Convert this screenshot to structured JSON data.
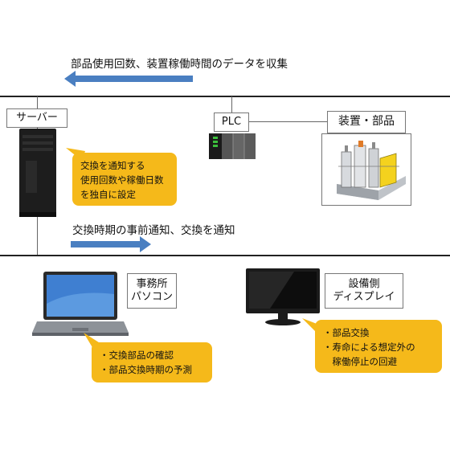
{
  "top_caption": "部品使用回数、装置稼働時間のデータを収集",
  "middle_caption": "交換時期の事前通知、交換を通知",
  "server": {
    "label": "サーバー",
    "callout_lines": [
      "交換を通知する",
      "使用回数や稼働日数",
      "を独自に設定"
    ]
  },
  "plc": {
    "label": "PLC"
  },
  "equipment": {
    "label": "装置・部品"
  },
  "office_pc": {
    "label_lines": [
      "事務所",
      "パソコン"
    ],
    "callout_lines": [
      "・交換部品の確認",
      "・部品交換時期の予測"
    ]
  },
  "equipment_display": {
    "label_lines": [
      "設備側",
      "ディスプレイ"
    ],
    "callout_lines": [
      "・部品交換",
      "・寿命による想定外の",
      "　稼働停止の回避"
    ]
  },
  "colors": {
    "arrow_blue": "#4a7fc1",
    "callout_orange": "#f5b91a",
    "line": "#222222"
  }
}
